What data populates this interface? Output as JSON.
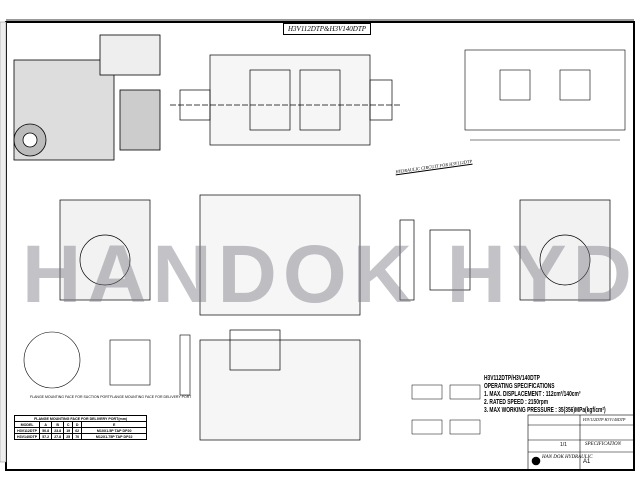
{
  "drawing_title": "H3V112DTP&H3V140DTP",
  "watermark": "HANDOK HYD",
  "circuit_label": "HYDRAULIC CIRCUIT FOR H3V112DTP",
  "flange_labels": [
    "FLANGE MOUNTING FACE FOR SUCTION PORT",
    "FLANGE MOUNTING FACE FOR DELIVERY PORT"
  ],
  "spec": {
    "model": "H3V112DTP/H3V140DTP",
    "heading": "OPERATING SPECIFICATIONS",
    "lines": [
      "1. MAX. DISPLACEMENT : 112cm³/140cm³",
      "2. RATED SPEED : 2150rpm",
      "3. MAX WORKING PRESSURE : 35(356)MPa(kgf/cm²)"
    ]
  },
  "table": {
    "caption": "FLANGE MOUNTING FACE FOR DELIVERY PORT(mm)",
    "headers": [
      "MODEL",
      "A",
      "B",
      "C",
      "D",
      "E"
    ],
    "rows": [
      [
        "H3V112DTP",
        "50.8",
        "23.8",
        "19",
        "62",
        "M10X1.5P TAP DP20"
      ],
      [
        "H3V140DTP",
        "57.2",
        "27.8",
        "25",
        "70",
        "M12X1.75P TAP DP22"
      ]
    ]
  },
  "title_block": {
    "company": "HAN DOK HYDRAULIC",
    "name": "SPECIFICATION",
    "models": "H3V112DTP H3V140DTP",
    "size": "A1",
    "scale": "1/1"
  }
}
